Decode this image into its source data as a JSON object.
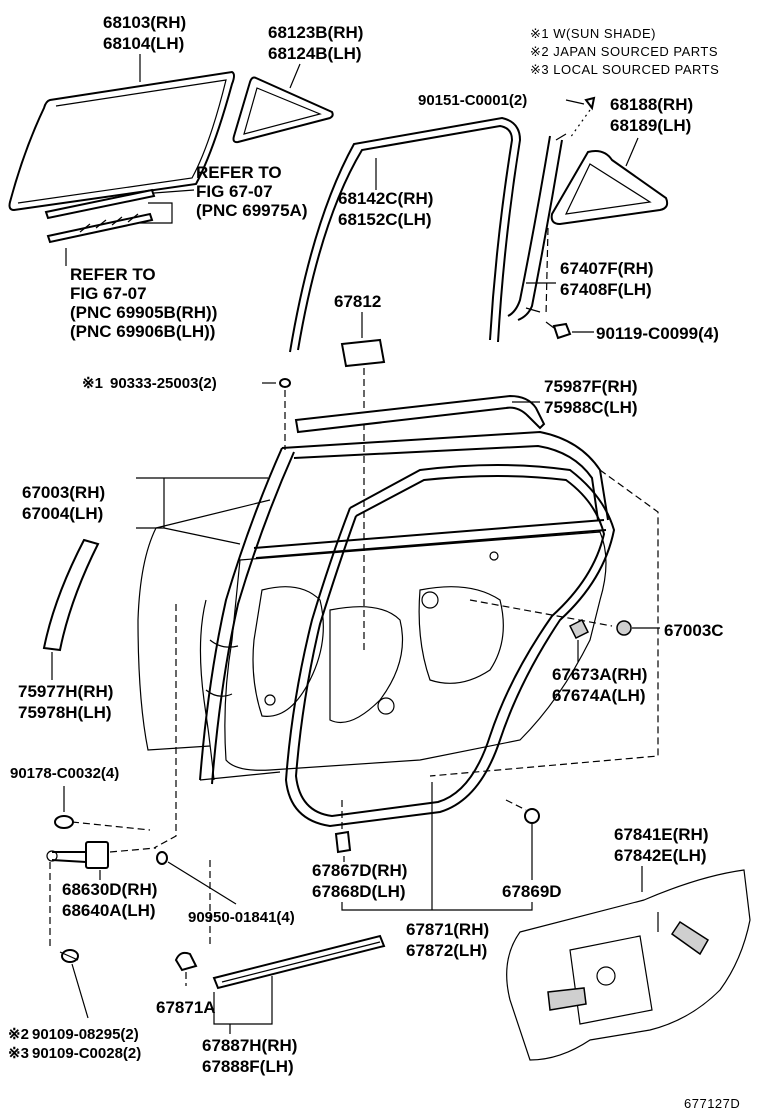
{
  "notes": [
    "※1 W(SUN SHADE)",
    "※2 JAPAN SOURCED PARTS",
    "※3 LOCAL SOURCED PARTS"
  ],
  "labels": {
    "glass_rh": "68103(RH)",
    "glass_lh": "68104(LH)",
    "qglass_rh": "68123B(RH)",
    "qglass_lh": "68124B(LH)",
    "clip_top": "90151-C0001(2)",
    "qwin_rh": "68188(RH)",
    "qwin_lh": "68189(LH)",
    "refer1_a": "REFER TO",
    "refer1_b": "FIG 67-07",
    "refer1_c": "(PNC 69975A)",
    "refer2_a": "REFER TO",
    "refer2_b": "FIG 67-07",
    "refer2_c": "(PNC 69905B(RH))",
    "refer2_d": "(PNC 69906B(LH))",
    "run_rh": "68142C(RH)",
    "run_lh": "68152C(LH)",
    "sash_rh": "67407F(RH)",
    "sash_lh": "67408F(LH)",
    "screw_sash": "90119-C0099(4)",
    "pad": "67812",
    "ss_screw": "90333-25003(2)",
    "ss_mark": "※1",
    "weather_rh": "75987F(RH)",
    "weather_lh": "75988C(LH)",
    "door_rh": "67003(RH)",
    "door_lh": "67004(LH)",
    "plug": "67003C",
    "mold_rh": "75977H(RH)",
    "mold_lh": "75978H(LH)",
    "cush_rh": "67673A(RH)",
    "cush_lh": "67674A(LH)",
    "bolt": "90178-C0032(4)",
    "check_rh": "68630D(RH)",
    "check_lh": "68640A(LH)",
    "hole_plug": "90950-01841(4)",
    "seal_rh": "67867D(RH)",
    "seal_lh": "67868D(LH)",
    "grommet": "67869D",
    "strip_rh": "67871(RH)",
    "strip_lh": "67872(LH)",
    "cover_rh": "67841E(RH)",
    "cover_lh": "67842E(LH)",
    "clip_a": "67871A",
    "bolt2_jp": "90109-08295(2)",
    "bolt2_loc": "90109-C0028(2)",
    "bolt2_mark_jp": "※2",
    "bolt2_mark_loc": "※3",
    "scuff_rh": "67887H(RH)",
    "scuff_lh": "67888F(LH)",
    "fig_no": "677127D"
  }
}
